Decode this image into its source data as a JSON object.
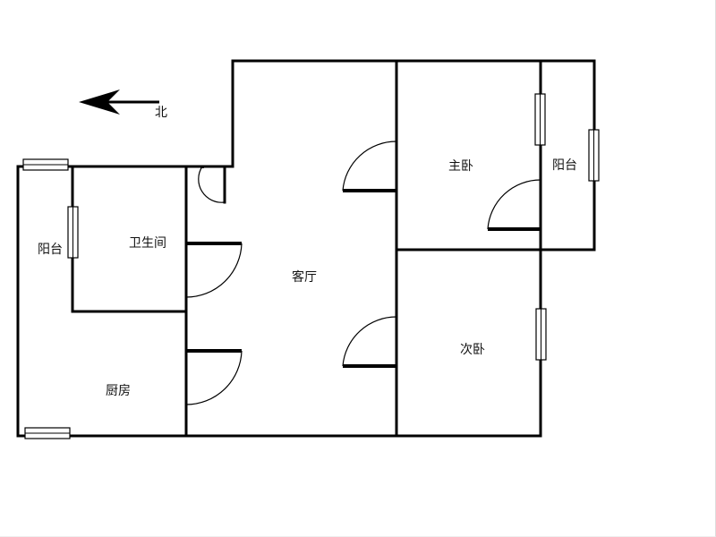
{
  "compass": {
    "label": "北",
    "icon": "north-arrow-icon"
  },
  "rooms": {
    "balcony_west": "阳台",
    "bathroom": "卫生间",
    "kitchen": "厨房",
    "living_room": "客厅",
    "master_bedroom": "主卧",
    "balcony_east": "阳台",
    "second_bedroom": "次卧"
  },
  "colors": {
    "wall": "#000000",
    "background": "#ffffff"
  }
}
